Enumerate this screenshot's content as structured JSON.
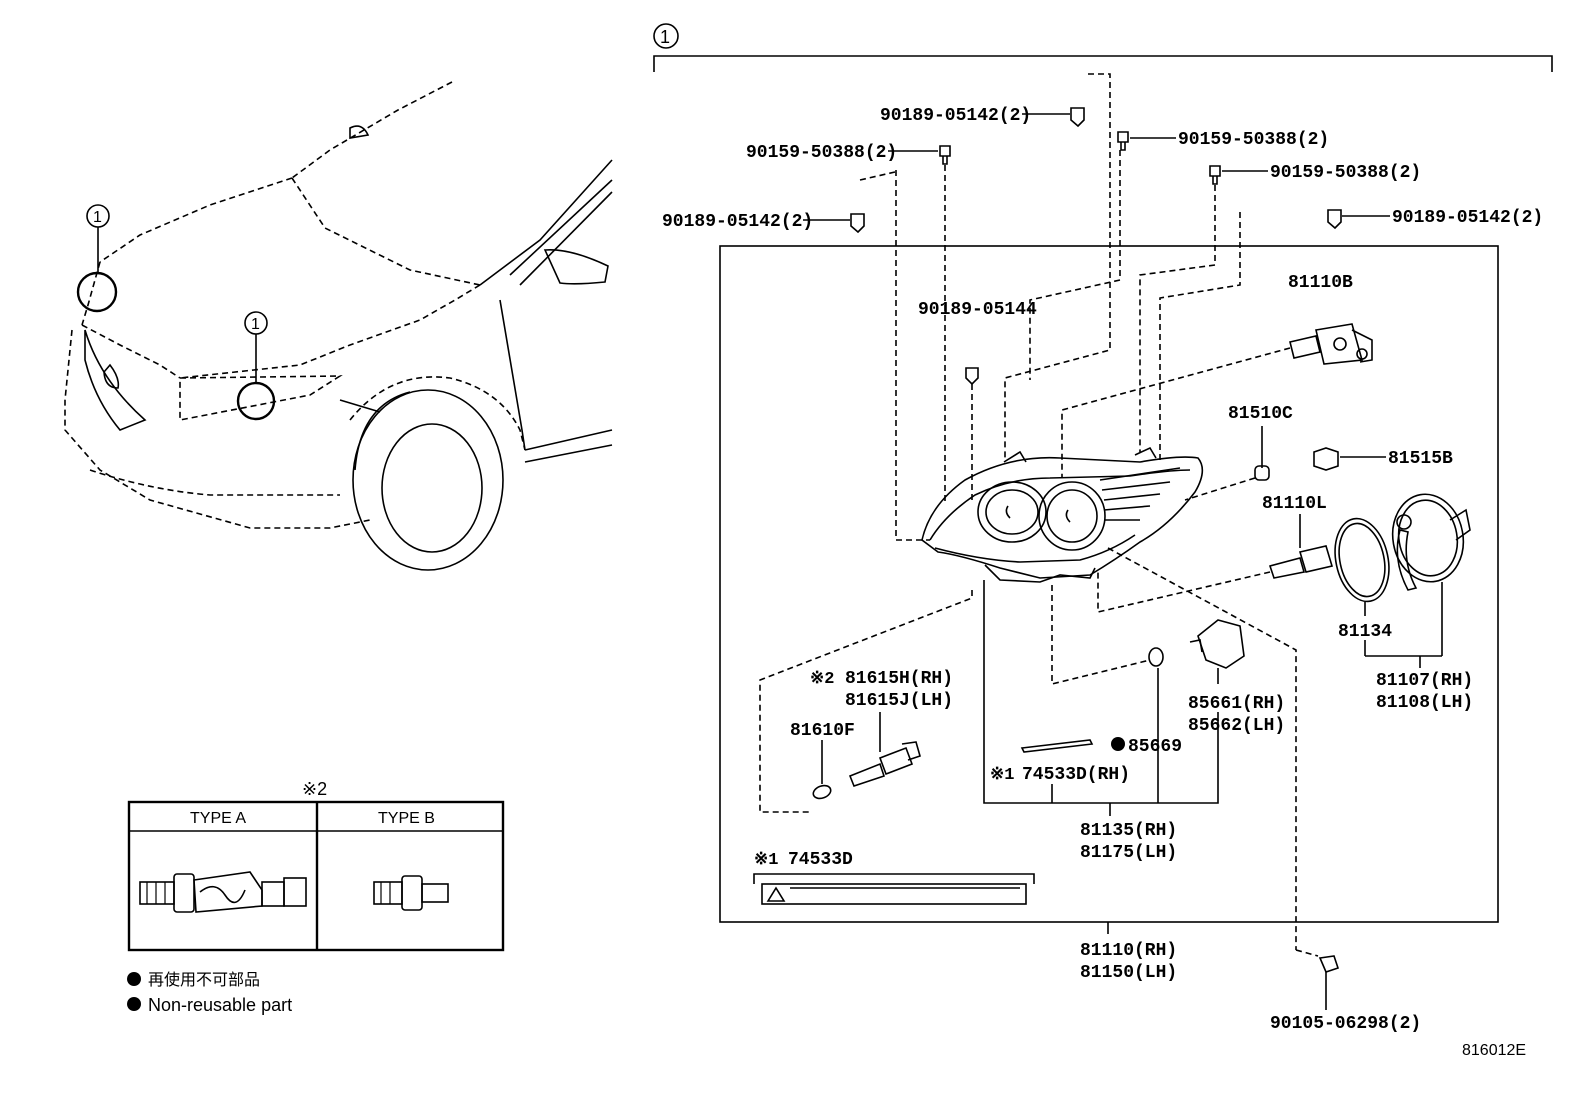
{
  "markers": {
    "circle_ref": "1",
    "note1": "※1",
    "note2": "※2"
  },
  "parts": {
    "p_90189_05142_top": "90189-05142(2)",
    "p_90159_50388_left": "90159-50388(2)",
    "p_90159_50388_mid": "90159-50388(2)",
    "p_90159_50388_right": "90159-50388(2)",
    "p_90189_05142_left": "90189-05142(2)",
    "p_90189_05142_right": "90189-05142(2)",
    "p_90189_05144": "90189-05144",
    "p_81110B": "81110B",
    "p_81510C": "81510C",
    "p_81515B": "81515B",
    "p_81110L": "81110L",
    "p_81134": "81134",
    "p_81107": "81107(RH)",
    "p_81108": "81108(LH)",
    "p_81615H": "81615H(RH)",
    "p_81615J": "81615J(LH)",
    "p_81610F": "81610F",
    "p_85669": "85669",
    "p_85661": "85661(RH)",
    "p_85662": "85662(LH)",
    "p_74533D_RH": "74533D(RH)",
    "p_81135": "81135(RH)",
    "p_81175": "81175(LH)",
    "p_74533D": "74533D",
    "p_81110": "81110(RH)",
    "p_81150": "81150(LH)",
    "p_90105_06298": "90105-06298(2)"
  },
  "type_table": {
    "note": "※2",
    "col_a": "TYPE A",
    "col_b": "TYPE B"
  },
  "legend": {
    "jp": "再使用不可部品",
    "en": "Non-reusable part",
    "bullet_color": "#000000"
  },
  "diagram_code": "816012E"
}
